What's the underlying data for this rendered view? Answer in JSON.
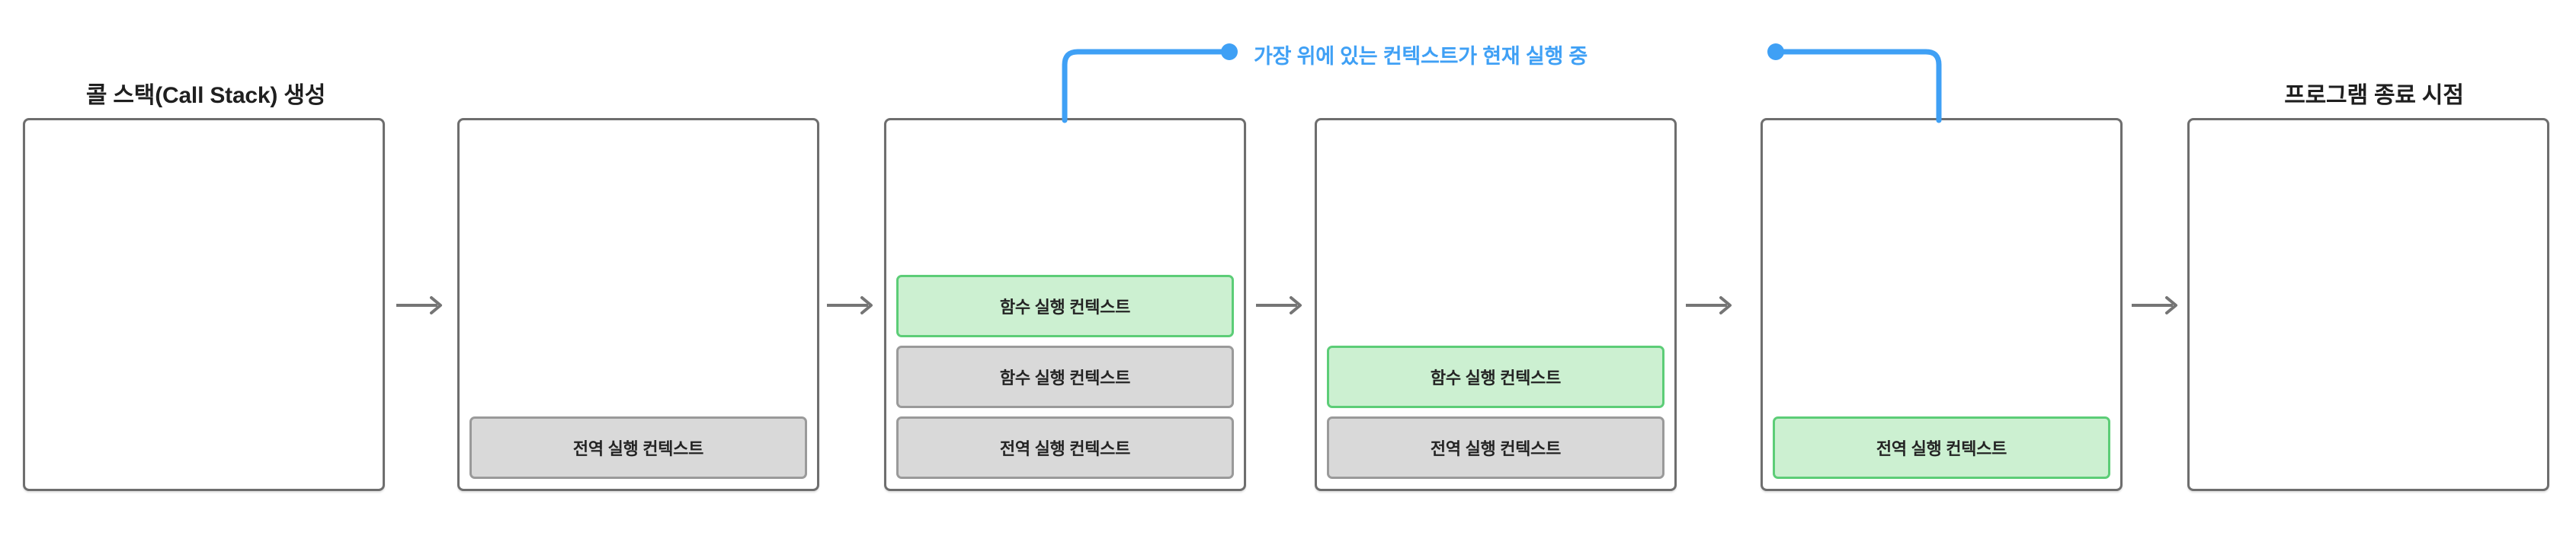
{
  "diagram": {
    "title_left": "콜 스택(Call Stack) 생성",
    "title_right": "프로그램 종료 시점",
    "annotation": "가장 위에 있는 컨텍스트가 현재 실행 중",
    "colors": {
      "frame_border": "#6e6e6e",
      "chip_gray_fill": "#d9d9d9",
      "chip_gray_border": "#9a9a9a",
      "chip_green_fill": "#ccf0d1",
      "chip_green_border": "#5ccd77",
      "annotation_blue": "#3fa0f5",
      "arrow_gray": "#757575",
      "background": "#ffffff"
    },
    "labels": {
      "global_context": "전역 실행 컨텍스트",
      "function_context": "함수 실행 컨텍스트"
    },
    "stages": [
      {
        "id": "stage-1",
        "title": "콜 스택(Call Stack) 생성",
        "contexts": []
      },
      {
        "id": "stage-2",
        "title": "",
        "contexts": [
          {
            "label": "전역 실행 컨텍스트",
            "state": "gray"
          }
        ]
      },
      {
        "id": "stage-3",
        "title": "",
        "contexts": [
          {
            "label": "함수 실행 컨텍스트",
            "state": "green"
          },
          {
            "label": "함수 실행 컨텍스트",
            "state": "gray"
          },
          {
            "label": "전역 실행 컨텍스트",
            "state": "gray"
          }
        ]
      },
      {
        "id": "stage-4",
        "title": "",
        "contexts": [
          {
            "label": "함수 실행 컨텍스트",
            "state": "green"
          },
          {
            "label": "전역 실행 컨텍스트",
            "state": "gray"
          }
        ]
      },
      {
        "id": "stage-5",
        "title": "",
        "contexts": [
          {
            "label": "전역 실행 컨텍스트",
            "state": "green"
          }
        ]
      },
      {
        "id": "stage-6",
        "title": "프로그램 종료 시점",
        "contexts": []
      }
    ],
    "arrows": [
      {
        "id": "arrow-1"
      },
      {
        "id": "arrow-2"
      },
      {
        "id": "arrow-3"
      },
      {
        "id": "arrow-4"
      },
      {
        "id": "arrow-5"
      }
    ]
  }
}
